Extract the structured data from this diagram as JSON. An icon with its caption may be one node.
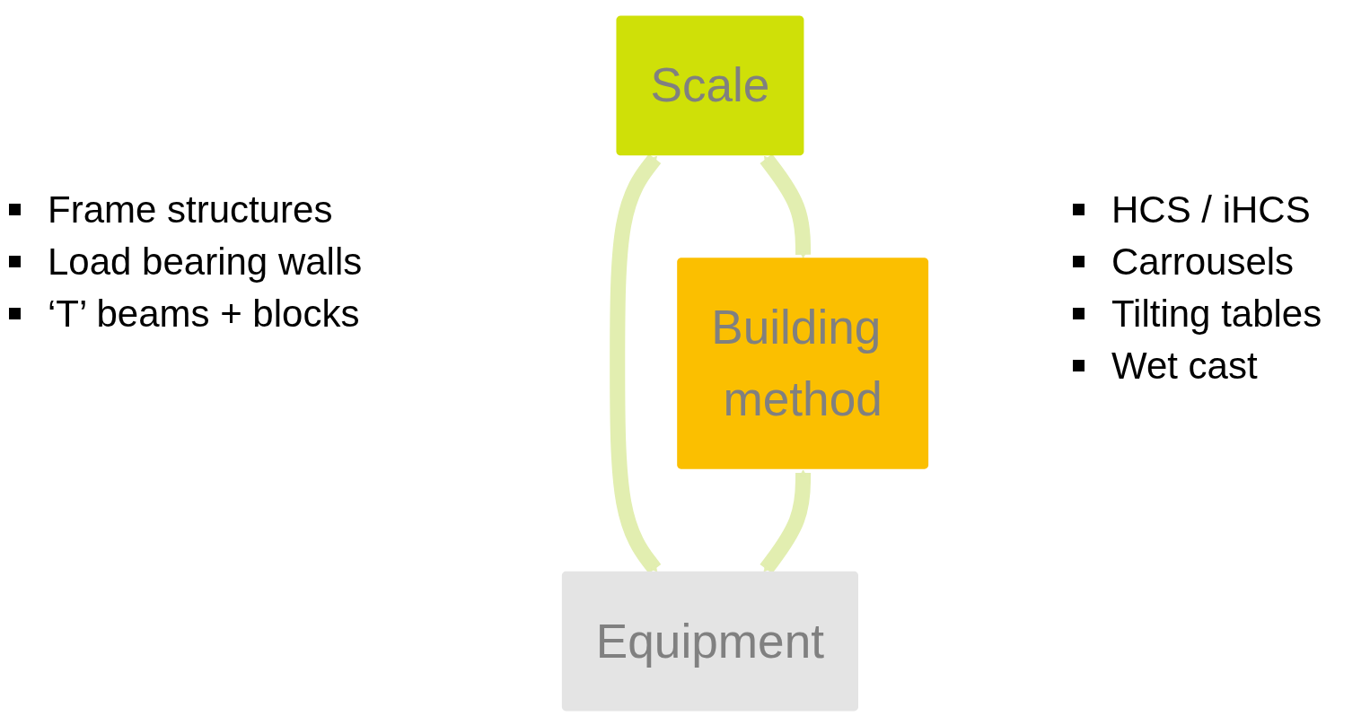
{
  "diagram": {
    "nodes": [
      {
        "text": [
          "Scale"
        ]
      },
      {
        "text": [
          "Building method"
        ]
      },
      {
        "text": [
          "Equipment"
        ]
      }
    ],
    "edges": [
      {
        "from": 0,
        "to": 1,
        "arrow": "both"
      },
      {
        "from": 0,
        "to": 2,
        "arrow": "both"
      },
      {
        "from": 1,
        "to": 2,
        "arrow": "both"
      }
    ],
    "labels": [
      "Frame structures",
      "Load bearing walls",
      "‘T’ beams + blocks",
      "HCS / iHCS",
      "Carrousels",
      "Tilting tables",
      "Wet cast"
    ]
  }
}
